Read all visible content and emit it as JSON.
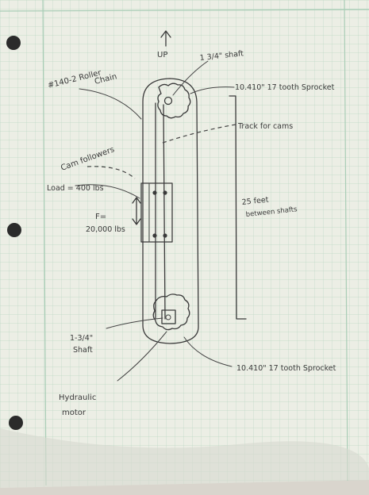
{
  "labels": {
    "up": "UP",
    "top_shaft": "1 3/4\" shaft",
    "top_sprocket": "10.410\" 17 tooth Sprocket",
    "chain_line1": "#140-2 Roller",
    "chain_line2": "Chain",
    "track": "Track for cams",
    "cam_followers": "Cam followers",
    "load": "Load = 400 lbs",
    "force_line1": "F=",
    "force_line2": "20,000 lbs",
    "distance_line1": "25 feet",
    "distance_line2": "between shafts",
    "bottom_shaft_line1": "1-3/4\"",
    "bottom_shaft_line2": "Shaft",
    "bottom_sprocket": "10.410\" 17 tooth Sprocket",
    "motor_line1": "Hydraulic",
    "motor_line2": "motor"
  },
  "colors": {
    "paper": "#eceee5",
    "grid": "#bcd7c4",
    "ink": "#3a3a3a",
    "background": "#d9d5cd"
  }
}
